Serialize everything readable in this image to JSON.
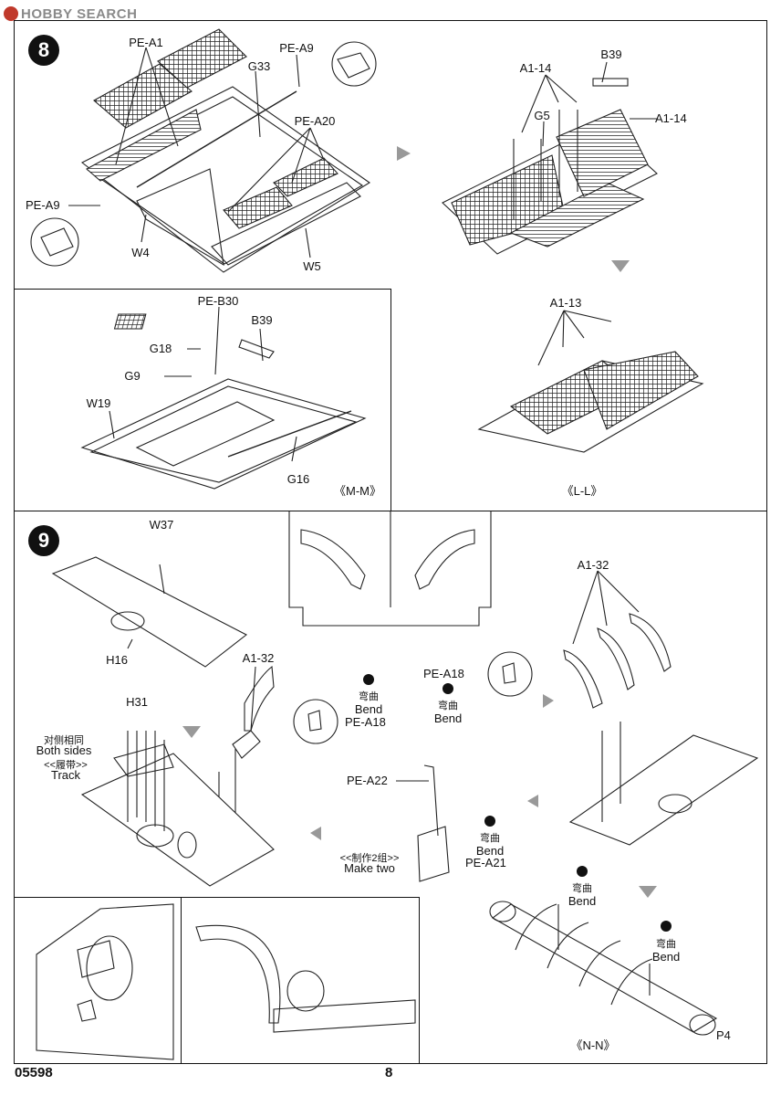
{
  "watermark": {
    "text": "HOBBY SEARCH"
  },
  "footer": {
    "code": "05598",
    "page": "8"
  },
  "step8": {
    "number": "8",
    "labels": {
      "pe_a1": "PE-A1",
      "pe_a9_top": "PE-A9",
      "g33": "G33",
      "pe_a20": "PE-A20",
      "pe_a9_left": "PE-A9",
      "w4": "W4",
      "w5": "W5",
      "a1_14_left": "A1-14",
      "b39_top": "B39",
      "g5": "G5",
      "a1_14_right": "A1-14",
      "a1_13": "A1-13",
      "pe_b30": "PE-B30",
      "b39_mm": "B39",
      "g18": "G18",
      "g9": "G9",
      "w19": "W19",
      "g16": "G16"
    },
    "view_mm": "《M-M》",
    "view_ll": "《L-L》"
  },
  "step9": {
    "number": "9",
    "labels": {
      "w37": "W37",
      "h16": "H16",
      "a1_32_mid": "A1-32",
      "h31": "H31",
      "both_cn": "对侧相同",
      "both_en": "Both sides",
      "track_cn": "<<履带>>",
      "track_en": "Track",
      "bend1_cn": "弯曲",
      "bend1_en": "Bend",
      "pe_a18_left": "PE-A18",
      "pe_a18_right": "PE-A18",
      "bend2_cn": "弯曲",
      "bend2_en": "Bend",
      "pe_a22": "PE-A22",
      "bend3_cn": "弯曲",
      "bend3_en": "Bend",
      "pe_a21": "PE-A21",
      "make_two_cn": "<<制作2组>>",
      "make_two_en": "Make two",
      "a1_32_right": "A1-32",
      "bend4_cn": "弯曲",
      "bend4_en": "Bend",
      "bend5_cn": "弯曲",
      "bend5_en": "Bend",
      "p4": "P4"
    },
    "view_nn": "《N-N》"
  }
}
